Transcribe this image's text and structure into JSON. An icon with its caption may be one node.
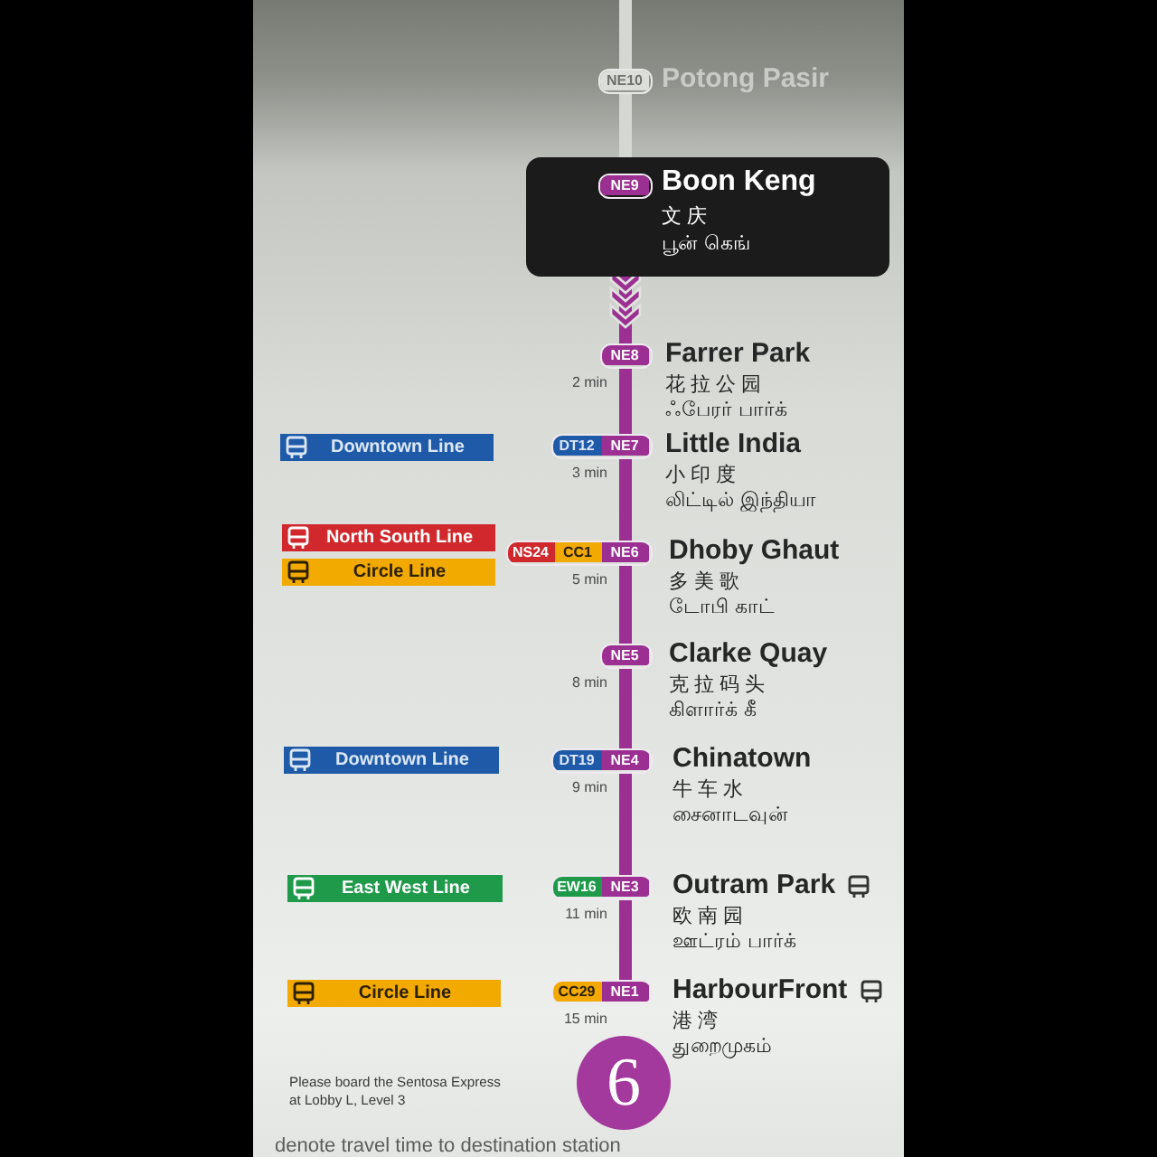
{
  "diagram": {
    "nodes": [
      {
        "text": [
          "NE10"
        ],
        "beside": [
          "Potong Pasir"
        ]
      },
      {
        "text": [
          "Boon Keng",
          "文庆",
          "பூன் கெங்"
        ]
      },
      {
        "text": [
          "NE9"
        ],
        "in": 1
      },
      {
        "text": [
          "NE8"
        ],
        "beside": [
          "Farrer Park",
          "花拉公园",
          "ஃபேரர் பார்க்",
          "2 min"
        ]
      },
      {
        "text": [
          "Downtown Line"
        ]
      },
      {
        "text": [
          "DT12",
          "NE7"
        ],
        "beside": [
          "Little India",
          "小印度",
          "லிட்டில் இந்தியா",
          "3 min"
        ]
      },
      {
        "text": [
          "North South Line"
        ]
      },
      {
        "text": [
          "NS24",
          "CC1",
          "NE6"
        ],
        "beside": [
          "Dhoby Ghaut",
          "多美歌",
          "டோபி காட்",
          "5 min"
        ]
      },
      {
        "text": [
          "Circle Line"
        ]
      },
      {
        "text": [
          "NE5"
        ],
        "beside": [
          "Clarke Quay",
          "克拉码头",
          "கிளார்க் கீ",
          "8 min"
        ]
      },
      {
        "text": [
          "Downtown Line"
        ]
      },
      {
        "text": [
          "DT19",
          "NE4"
        ],
        "beside": [
          "Chinatown",
          "牛车水",
          "சைனாடவுன்",
          "9 min"
        ]
      },
      {
        "text": [
          "East West Line"
        ]
      },
      {
        "text": [
          "EW16",
          "NE3"
        ],
        "beside": [
          "Outram Park",
          "欧南园",
          "ஊட்ரம் பார்க்",
          "11 min"
        ]
      },
      {
        "text": [
          "Circle Line"
        ]
      },
      {
        "text": [
          "CC29",
          "NE1"
        ],
        "beside": [
          "HarbourFront",
          "港湾",
          "துறைமுகம்",
          "15 min"
        ]
      },
      {
        "text": [
          "6"
        ]
      }
    ],
    "edges": [
      {
        "from": null,
        "to": 0,
        "arrow": "none",
        "color": "#d5d7d2"
      },
      {
        "from": 0,
        "to": 1,
        "arrow": "none",
        "color": "#d5d7d2"
      },
      {
        "from": 1,
        "to": 3,
        "arrow": "to"
      },
      {
        "from": 3,
        "to": 5,
        "arrow": "none"
      },
      {
        "from": 5,
        "to": 7,
        "arrow": "none"
      },
      {
        "from": 7,
        "to": 9,
        "arrow": "none"
      },
      {
        "from": 9,
        "to": 11,
        "arrow": "none"
      },
      {
        "from": 11,
        "to": 13,
        "arrow": "none"
      },
      {
        "from": 13,
        "to": 15,
        "arrow": "none"
      }
    ],
    "labels": [
      "Please board the Sentosa Express at Lobby L, Level 3",
      "denote travel time to destination station"
    ]
  }
}
